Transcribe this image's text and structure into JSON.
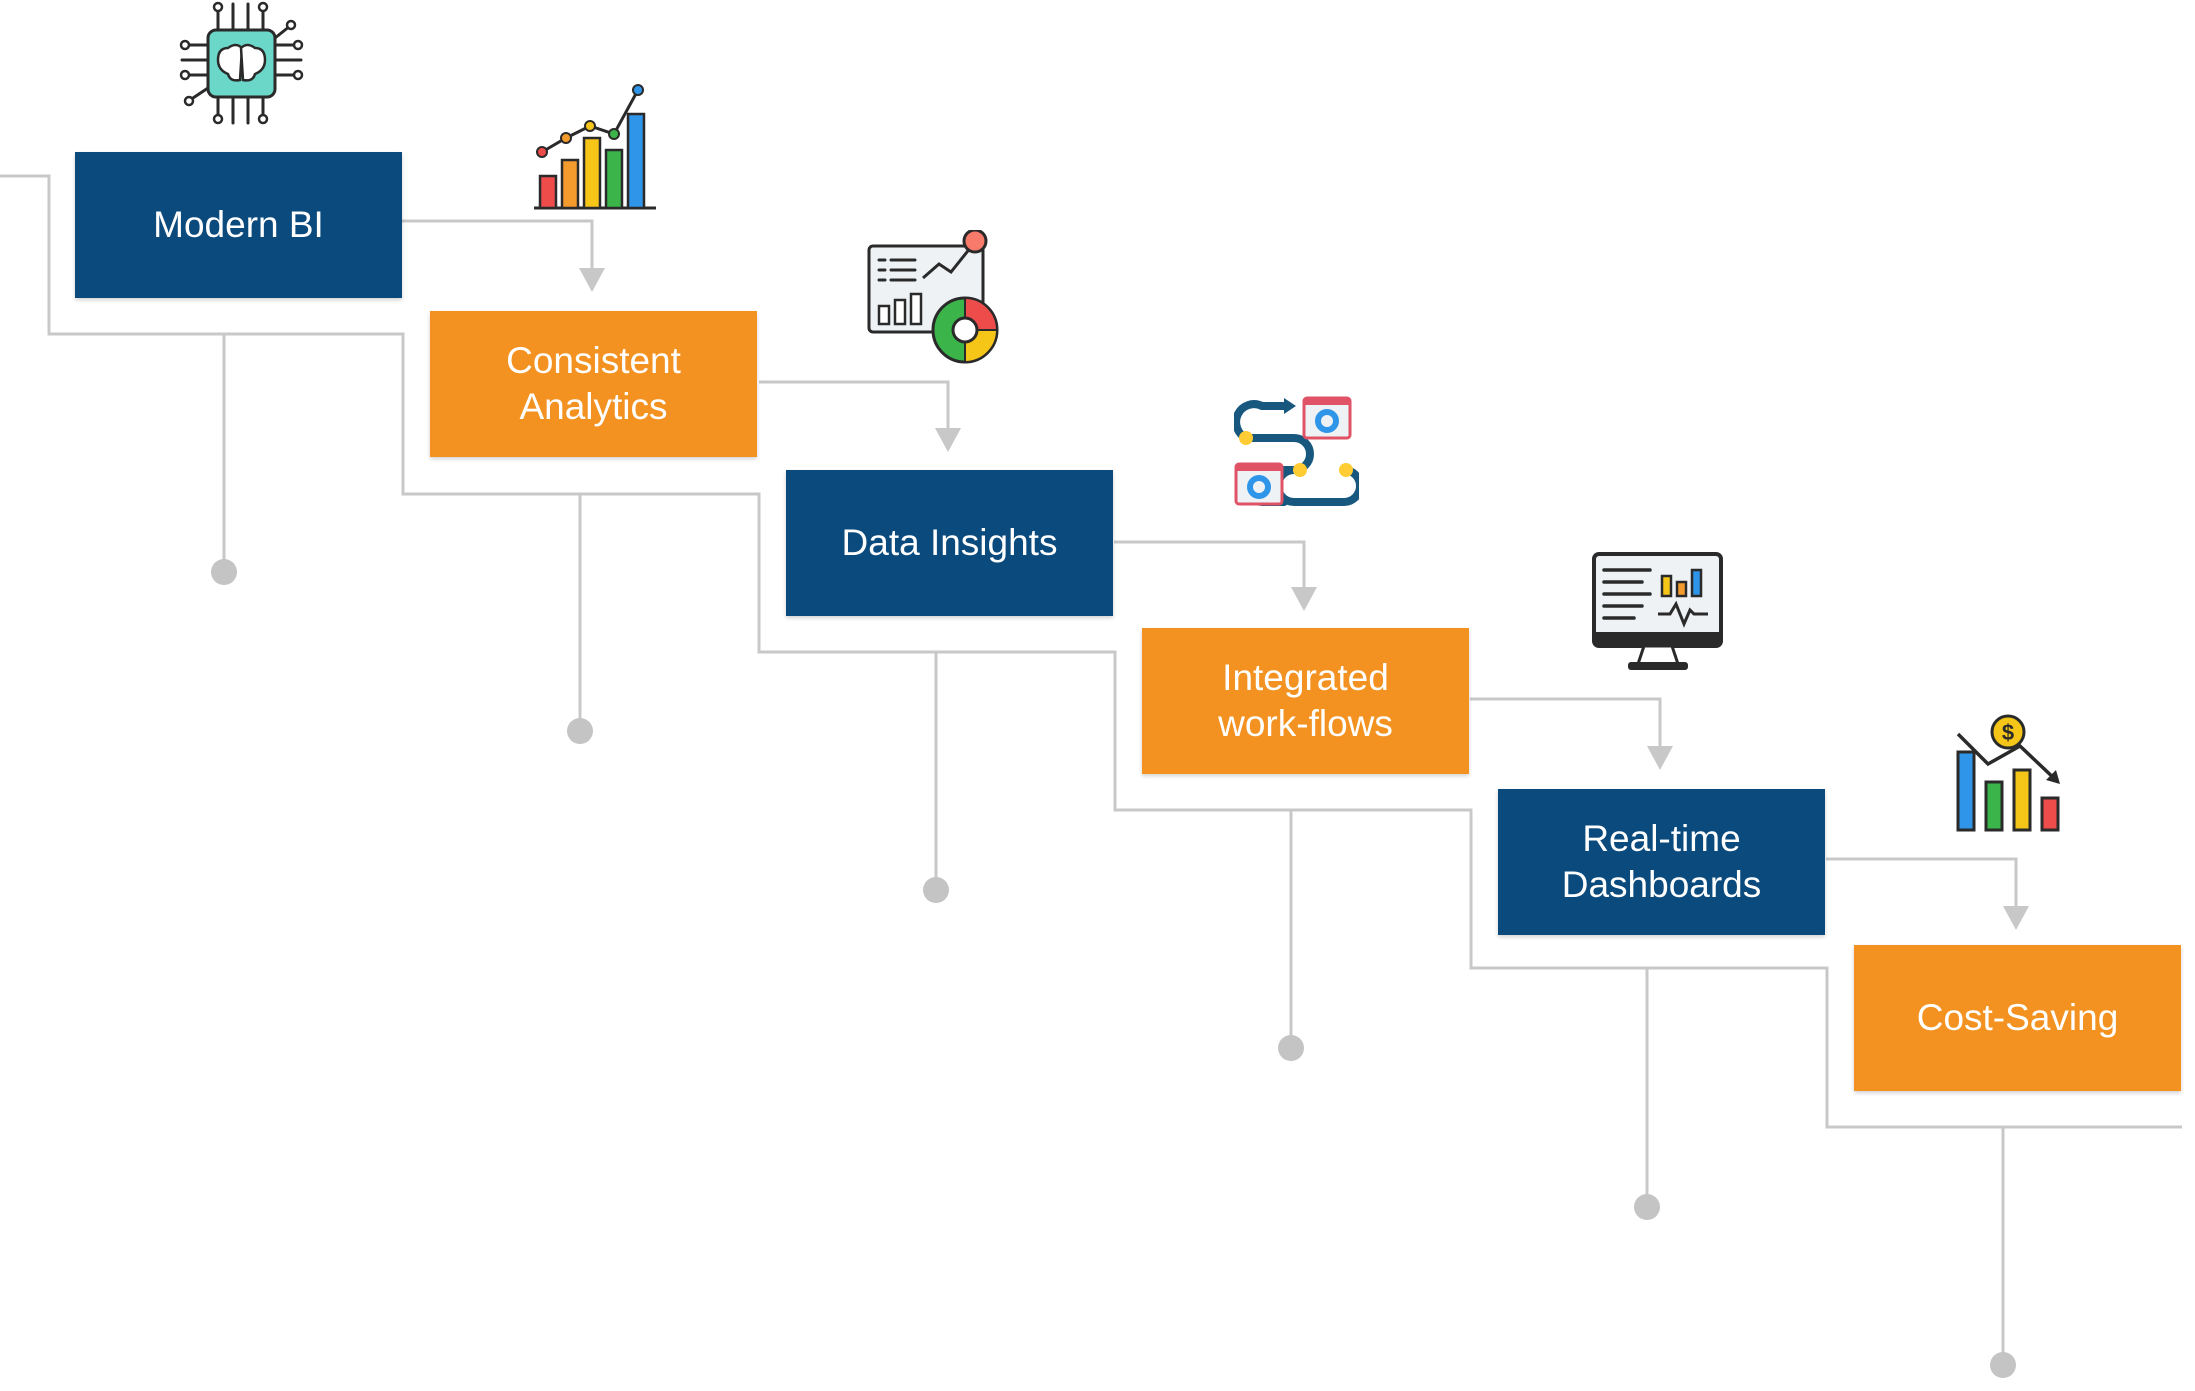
{
  "colors": {
    "navy": "#0b4a7d",
    "orange": "#f39220",
    "connector": "#c8c8c8",
    "dot": "#c4c4c4",
    "icon_outline": "#2a2a2a",
    "icon_red": "#ee4b4b",
    "icon_orange": "#f59b2d",
    "icon_yellow": "#f5c518",
    "icon_green": "#3bb54a",
    "icon_blue": "#2f95e8",
    "icon_teal": "#6ad7c8",
    "icon_navy": "#18587f",
    "icon_gold": "#ffcc33"
  },
  "steps": [
    {
      "label": "Modern BI",
      "color": "navy",
      "icon": "ai-chip-brain-icon"
    },
    {
      "label": "Consistent\nAnalytics",
      "color": "orange",
      "icon": "growth-bar-chart-icon"
    },
    {
      "label": "Data Insights",
      "color": "navy",
      "icon": "analytics-dashboard-icon"
    },
    {
      "label": "Integrated\nwork-flows",
      "color": "orange",
      "icon": "workflow-gears-icon"
    },
    {
      "label": "Real-time\nDashboards",
      "color": "navy",
      "icon": "monitor-dashboard-icon"
    },
    {
      "label": "Cost-Saving",
      "color": "orange",
      "icon": "cost-decrease-chart-icon"
    }
  ]
}
